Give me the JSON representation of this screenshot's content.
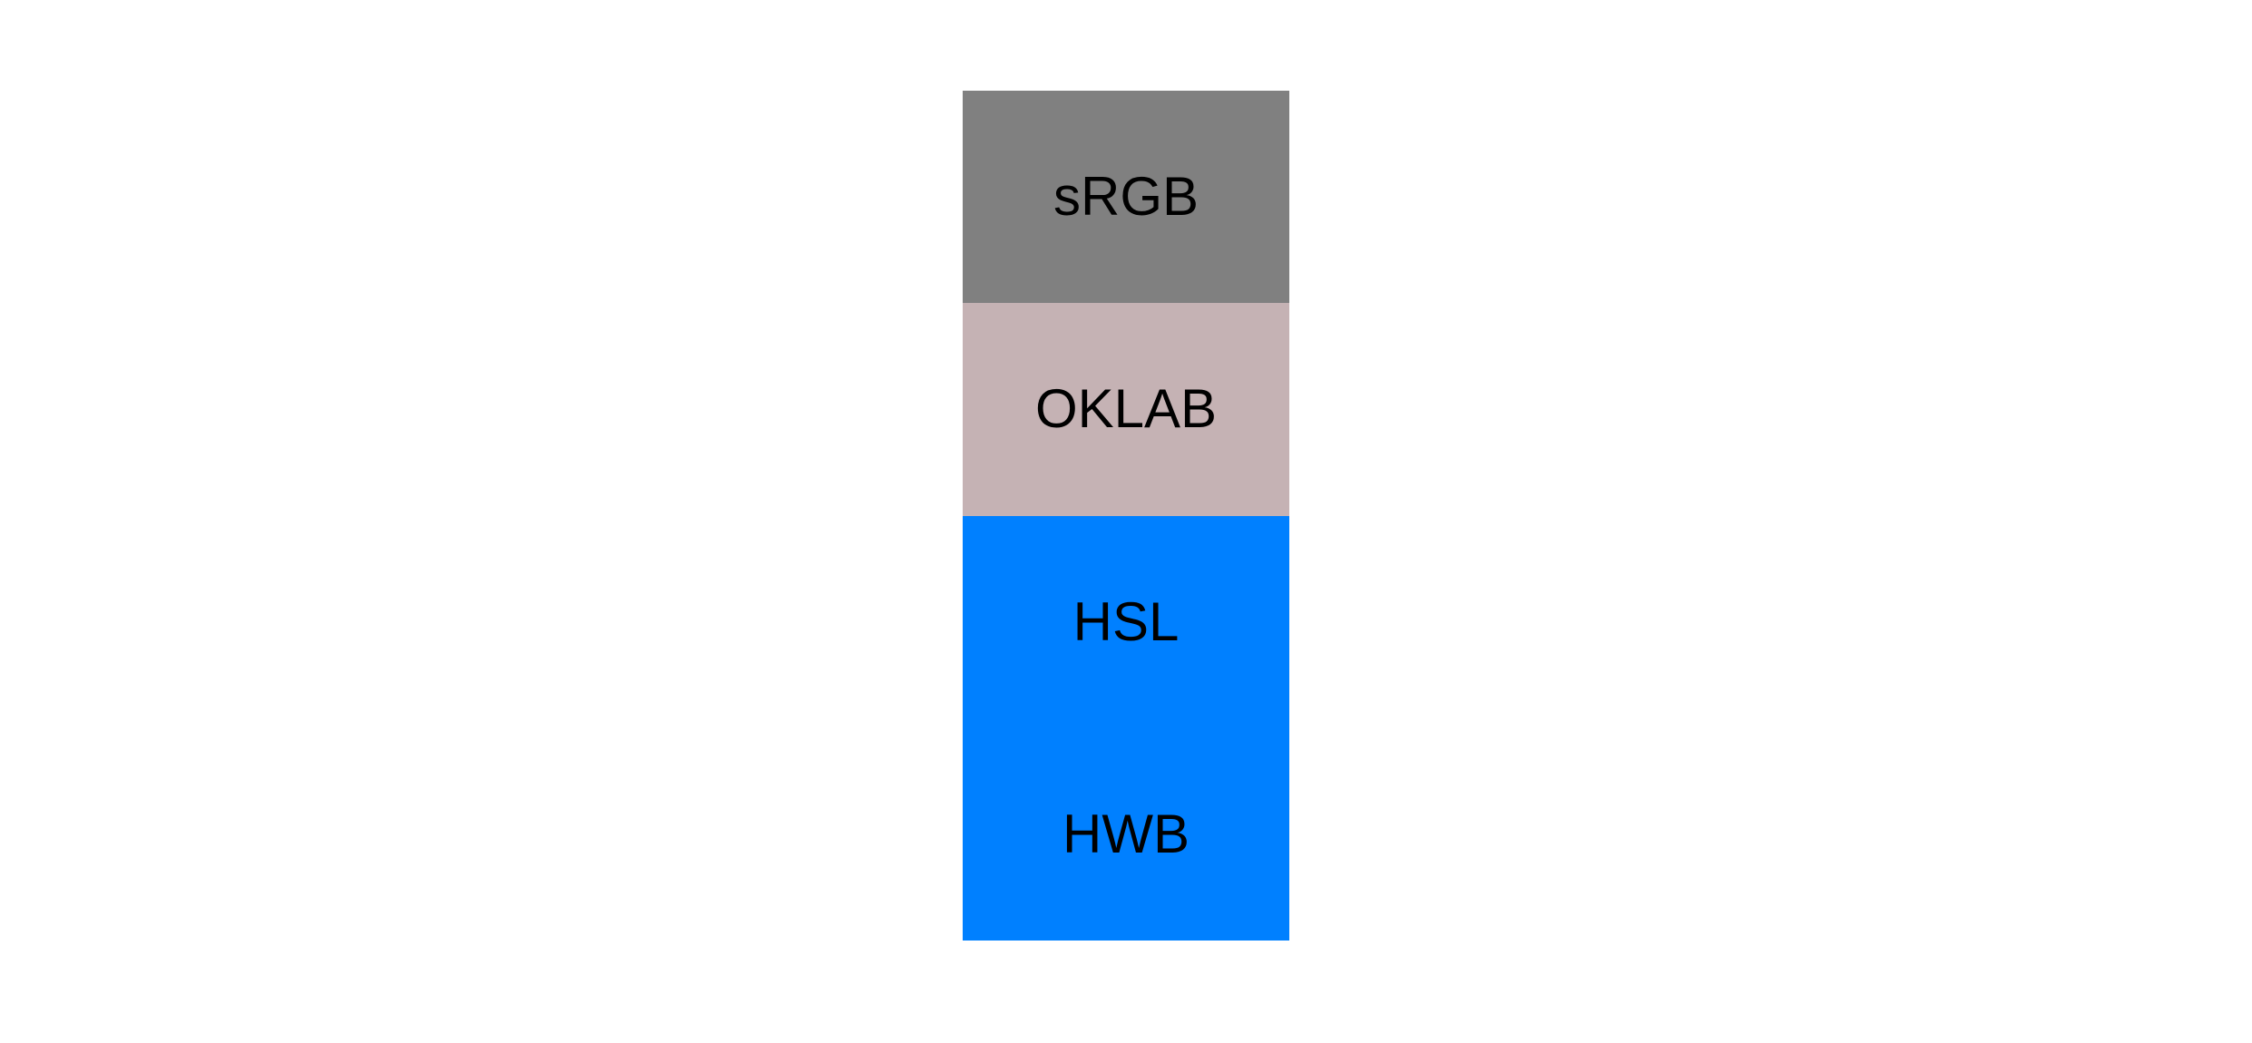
{
  "page": {
    "background": "#FFFFFF"
  },
  "swatches": {
    "text_color": "#000000",
    "blocks": [
      {
        "label": "sRGB",
        "color": "#808080"
      },
      {
        "label": "OKLAB",
        "color": "#C5B2B4"
      },
      {
        "label": "HSL",
        "color": "#0080FF"
      },
      {
        "label": "HWB",
        "color": "#0080FF"
      }
    ]
  }
}
